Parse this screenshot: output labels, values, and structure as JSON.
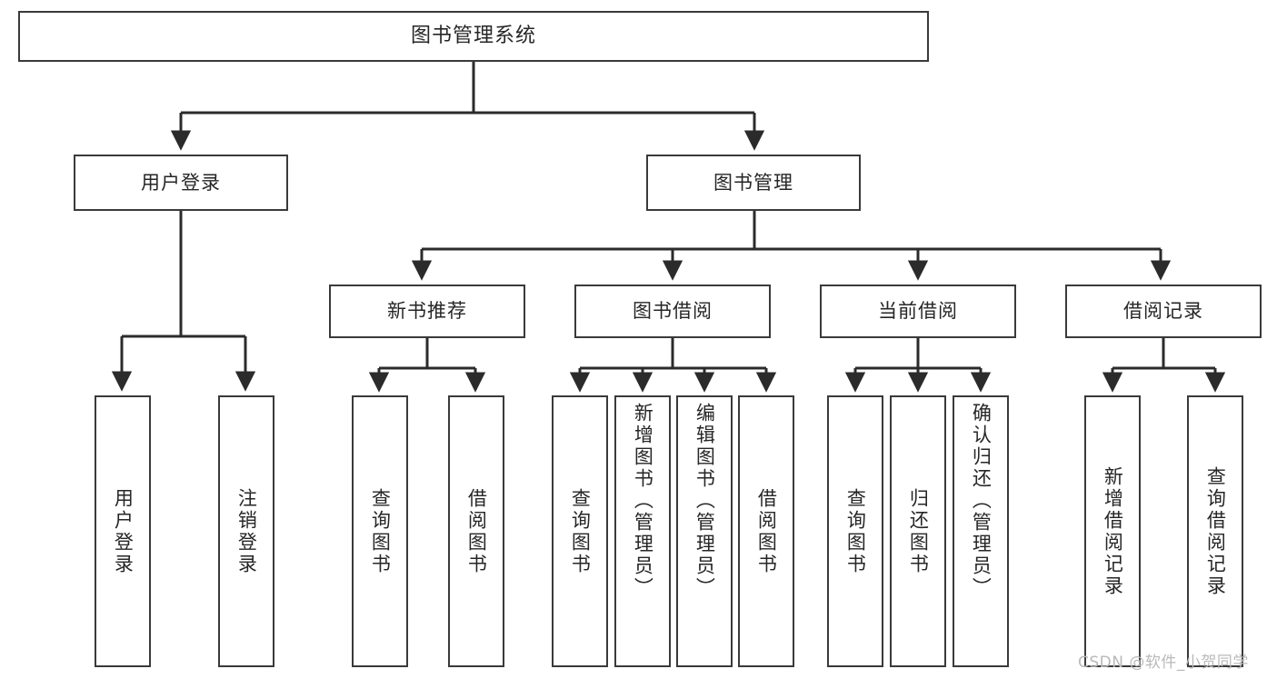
{
  "diagram": {
    "title": "图书管理系统",
    "type": "tree",
    "root": {
      "label": "图书管理系统"
    },
    "level2": [
      {
        "label": "用户登录"
      },
      {
        "label": "图书管理"
      }
    ],
    "level3": [
      {
        "label": "新书推荐"
      },
      {
        "label": "图书借阅"
      },
      {
        "label": "当前借阅"
      },
      {
        "label": "借阅记录"
      }
    ],
    "leaves": {
      "user_login": [
        {
          "label": "用户登录"
        },
        {
          "label": "注销登录"
        }
      ],
      "new_book_recommend": [
        {
          "label": "查询图书"
        },
        {
          "label": "借阅图书"
        }
      ],
      "book_borrow": [
        {
          "label": "查询图书"
        },
        {
          "label": "新增图书（管理员）"
        },
        {
          "label": "编辑图书（管理员）"
        },
        {
          "label": "借阅图书"
        }
      ],
      "current_borrow": [
        {
          "label": "查询图书"
        },
        {
          "label": "归还图书"
        },
        {
          "label": "确认归还（管理员）"
        }
      ],
      "borrow_record": [
        {
          "label": "新增借阅记录"
        },
        {
          "label": "查询借阅记录"
        }
      ]
    }
  },
  "watermark": {
    "text": "CSDN @软件_小贺同学"
  },
  "colors": {
    "border": "#3a3a3a",
    "text": "#262626",
    "background": "#ffffff",
    "watermark": "#b9b9b9"
  }
}
